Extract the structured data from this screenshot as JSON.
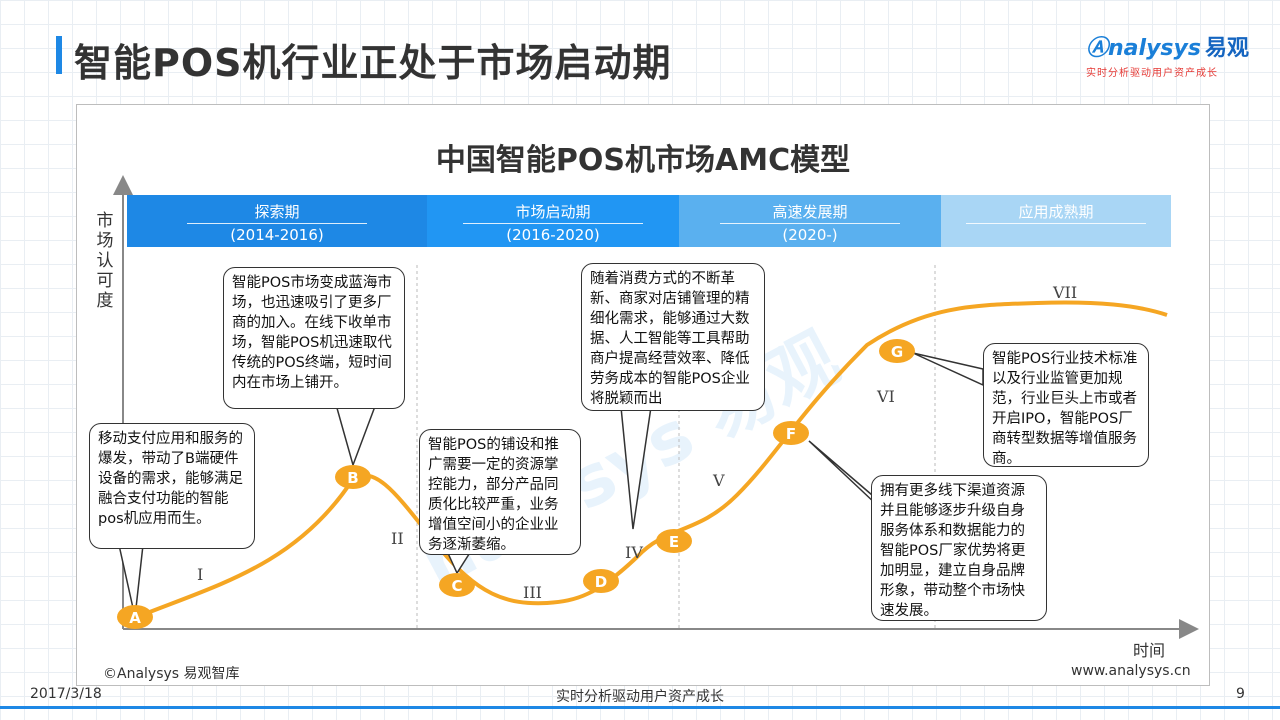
{
  "page_title": "智能POS机行业正处于市场启动期",
  "logo": {
    "brand": "nalysys",
    "brand_cn": "易观",
    "tagline": "实时分析驱动用户资产成长"
  },
  "chart_title": "中国智能POS机市场AMC模型",
  "y_axis_label": "市场认可度",
  "x_axis_label": "时间",
  "phases": [
    {
      "name": "探索期",
      "years": "(2014-2016)",
      "color": "#1e88e5"
    },
    {
      "name": "市场启动期",
      "years": "(2016-2020)",
      "color": "#2196f3"
    },
    {
      "name": "高速发展期",
      "years": "(2020-)",
      "color": "#5ab0ef"
    },
    {
      "name": "应用成熟期",
      "years": "",
      "color": "#a9d6f5"
    }
  ],
  "points": [
    "A",
    "B",
    "C",
    "D",
    "E",
    "F",
    "G"
  ],
  "stages": [
    "I",
    "II",
    "III",
    "IV",
    "V",
    "VI",
    "VII"
  ],
  "callouts": [
    {
      "id": "A",
      "text": "移动支付应用和服务的爆发，带动了B端硬件设备的需求，能够满足融合支付功能的智能pos机应用而生。"
    },
    {
      "id": "B",
      "text": "智能POS市场变成蓝海市场，也迅速吸引了更多厂商的加入。在线下收单市场，智能POS机迅速取代传统的POS终端，短时间内在市场上铺开。"
    },
    {
      "id": "C",
      "text": "智能POS的铺设和推广需要一定的资源掌控能力，部分产品同质化比较严重，业务增值空间小的企业业务逐渐萎缩。"
    },
    {
      "id": "E",
      "text": "随着消费方式的不断革新、商家对店铺管理的精细化需求，能够通过大数据、人工智能等工具帮助商户提高经营效率、降低劳务成本的智能POS企业将脱颖而出"
    },
    {
      "id": "F",
      "text": "拥有更多线下渠道资源并且能够逐步升级自身服务体系和数据能力的智能POS厂家优势将更加明显，建立自身品牌形象，带动整个市场快速发展。"
    },
    {
      "id": "G",
      "text": "智能POS行业技术标准以及行业监管更加规范，行业巨头上市或者开启IPO，智能POS厂商转型数据等增值服务商。"
    }
  ],
  "footer": {
    "copyright": "©Analysys 易观智库",
    "website": "www.analysys.cn",
    "date": "2017/3/18",
    "slogan": "实时分析驱动用户资产成长",
    "page": "9"
  },
  "colors": {
    "curve": "#f5a623",
    "point": "#f5a623",
    "accent": "#1e88e5"
  }
}
